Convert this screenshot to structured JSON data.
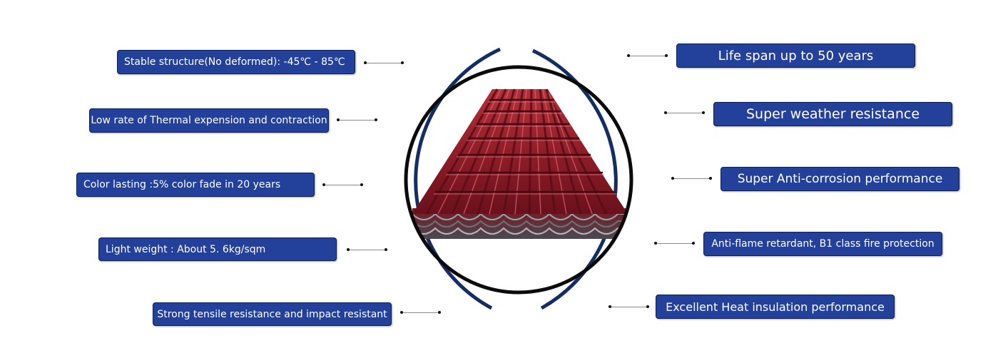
{
  "colors": {
    "label_bg": "#23409a",
    "label_border": "#0c1e52",
    "label_text": "#ffffff",
    "outer_ring": "#142d63",
    "inner_ring": "#0b0b0b",
    "tile_red": "#8c1c27",
    "tile_dark": "#5a0d15"
  },
  "left_features": [
    "Stable structure(No deformed): -45℃ - 85℃",
    "Low rate of Thermal expension and contraction",
    "Color lasting :5% color fade in 20 years",
    "Light weight : About 5. 6kg/sqm",
    "Strong tensile resistance and impact resistant"
  ],
  "right_features": [
    "Life span up to 50 years",
    "Super weather resistance",
    "Super Anti-corrosion performance",
    "Anti-flame retardant, B1 class fire protection",
    "Excellent Heat insulation performance"
  ],
  "product_image": "red-roof-tile-sheet"
}
